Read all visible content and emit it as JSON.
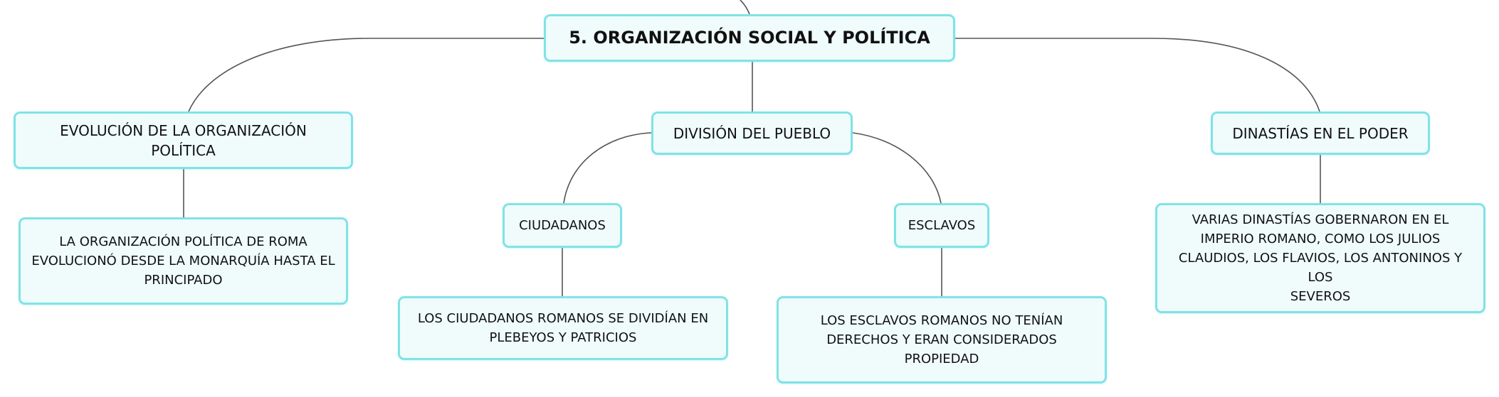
{
  "diagram": {
    "colors": {
      "node_fill": "#f0fcfc",
      "node_border": "#7fe3e7",
      "connector": "#555555",
      "text": "#111111"
    },
    "root": {
      "label": "5. ORGANIZACIÓN SOCIAL Y POLÍTICA"
    },
    "branches": {
      "evolucion": {
        "label": "EVOLUCIÓN DE LA ORGANIZACIÓN POLÍTICA",
        "detail_lines": [
          "LA ORGANIZACIÓN POLÍTICA DE ROMA",
          "EVOLUCIONÓ DESDE LA MONARQUÍA HASTA EL",
          "PRINCIPADO"
        ]
      },
      "division": {
        "label": "DIVISIÓN DEL PUEBLO",
        "children": {
          "ciudadanos": {
            "label": "CIUDADANOS",
            "detail_lines": [
              "LOS CIUDADANOS ROMANOS SE DIVIDÍAN EN",
              "PLEBEYOS Y PATRICIOS"
            ]
          },
          "esclavos": {
            "label": "ESCLAVOS",
            "detail_lines": [
              "LOS ESCLAVOS ROMANOS NO TENÍAN",
              "DERECHOS Y ERAN CONSIDERADOS",
              "PROPIEDAD"
            ]
          }
        }
      },
      "dinastias": {
        "label": "DINASTÍAS EN EL PODER",
        "detail_lines": [
          "VARIAS DINASTÍAS GOBERNARON EN EL",
          "IMPERIO ROMANO, COMO LOS JULIOS",
          "CLAUDIOS, LOS FLAVIOS, LOS ANTONINOS Y LOS",
          "SEVEROS"
        ]
      }
    }
  }
}
